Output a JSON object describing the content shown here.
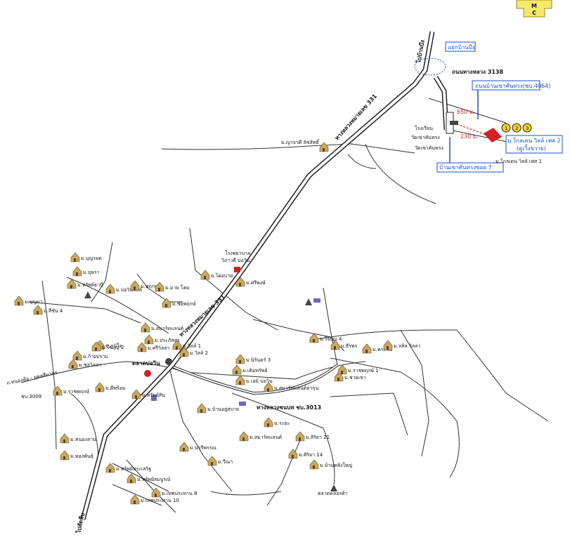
{
  "logo": {
    "letters": [
      "M",
      "C"
    ]
  },
  "roads": {
    "hwy_331": "ทางหลวงหมายเลข 331",
    "route_3013": "ทางหลวงชนบท ชบ.3013",
    "route_3138": "ถนนทางหลวง 3138",
    "road_4064": "ถนนบ้านเขาคันทรง(ชบ.4064)",
    "lane_7": "บ้านเขาคันทรงซอย 7",
    "to_banbueng": "ไปบ้านบึง",
    "to_sattahip": "ไปสัตหีบ",
    "to_nongkho": "ถ.หนองค้อ - ยุคลสีมาตร",
    "chonburi_3009": "ชบ.3009"
  },
  "landmarks": {
    "yaek_ban_bueng": "แยกบ้านบึง",
    "school": "โรงเรียน",
    "school_name": "วัดเขาคันทรง",
    "temple": "วัดเขาคันทรง",
    "dist_650": "650 ม.",
    "dist_230": "230 ม.",
    "project_main": "ม.โกลเดน วิลล์ เฟส 2",
    "project_main_sub": "(ดูเวิ้งขวาย)",
    "project_phase1": "ม.โกลเดน วิลล์ เฟส 1",
    "numbers": [
      "1",
      "2",
      "3"
    ],
    "market": "ตลาดบ่อวิน",
    "hospital": "โรงพยาบาล",
    "hospital_name": "วิภาวดี บ่อวิน",
    "pier_market": "ตลาดคลองห้า",
    "rd_market": "ม.ญาจวดี ลิขสิทธิ์"
  },
  "villages": [
    "ม.บุญรอด",
    "ม.ทรัพย์ธานี",
    "ม.บุษรา",
    "ม.บ่อวินฮิลล์",
    "ม.พฤกษา",
    "ม.มาย โฮม",
    "ม.ชัยพฤกษ์",
    "ม.ภูมิใจ",
    "ม.ศรีวิลล่า",
    "ม.สมาร์ทแลนด์",
    "ม.ประภัสสร",
    "ม.ใจบุญ 2",
    "ม.สีชัน 4",
    "ม.บุญมา",
    "ม.ก้ายปราบ",
    "ม.ชลวิลล่า",
    "ม.ราชพฤกษ์",
    "ม.ดีพร้อม",
    "ม.ทรัพย์สิน",
    "ม.วิลล์ 1",
    "ม.วิลล์ 2",
    "ม.นิรันดร์ 3",
    "ม.เติมทรัพย์",
    "ม.เอมิ บ่อวิน",
    "ม.สมาร์ทแลนด์ลากุน",
    "ม.ใจบุญ 4",
    "ม.ธีรพร",
    "ม.พรทิพย์",
    "ม.ลลิล วิลล่า",
    "ม.ชายเขา",
    "ม.ราชพฤกษ์ 1",
    "ม.บ้านอยู่สบาย",
    "ม.นารีพรรณ",
    "ม.สมาร์ทแลนด์",
    "ม.ระยะ",
    "ม.สิริยา 21",
    "ม.ศิริยา 14",
    "ม.บ้านหลังใหญ่",
    "ม.วีณา",
    "ม.หนองลาน",
    "ม.ทองพันธุ์",
    "ม.ทรัพย์ประเสริฐ",
    "ม.ทรัพย์สมบูรณ์",
    "ม.เทพประทาน 10",
    "ม.เทพประทาน 8",
    "ม.ไผ่อบาย",
    "ม.ศรีพงษ์"
  ],
  "icons": {
    "house": "house-icon",
    "temple": "temple-icon",
    "school": "school-icon",
    "hospital": "hospital-icon",
    "market": "market-icon"
  },
  "colors": {
    "blue": "#1a4fd0",
    "red": "#d42020",
    "yellow": "#f5d31a",
    "logo_yellow": "#f6e96a",
    "house": "#c9a862"
  }
}
